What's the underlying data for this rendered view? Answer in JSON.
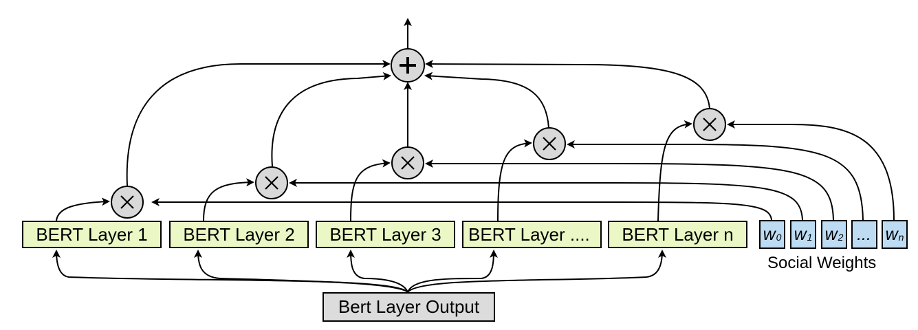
{
  "layers": [
    {
      "label": "BERT Layer 1"
    },
    {
      "label": "BERT Layer 2"
    },
    {
      "label": "BERT Layer 3"
    },
    {
      "label": "BERT Layer ...."
    },
    {
      "label": "BERT Layer n"
    }
  ],
  "weights": [
    {
      "symbol": "w",
      "sub": "0"
    },
    {
      "symbol": "w",
      "sub": "1"
    },
    {
      "symbol": "w",
      "sub": "2"
    },
    {
      "symbol": "...",
      "sub": ""
    },
    {
      "symbol": "w",
      "sub": "n"
    }
  ],
  "weights_caption": "Social Weights",
  "output_label": "Bert Layer Output",
  "operators": {
    "multiply_icon": "multiply-icon",
    "sum_icon": "plus-icon"
  },
  "colors": {
    "layer_fill": "#ebf8c6",
    "weight_fill": "#bddcf4",
    "output_fill": "#dcdcdc",
    "node_fill": "#d9d9d9"
  }
}
